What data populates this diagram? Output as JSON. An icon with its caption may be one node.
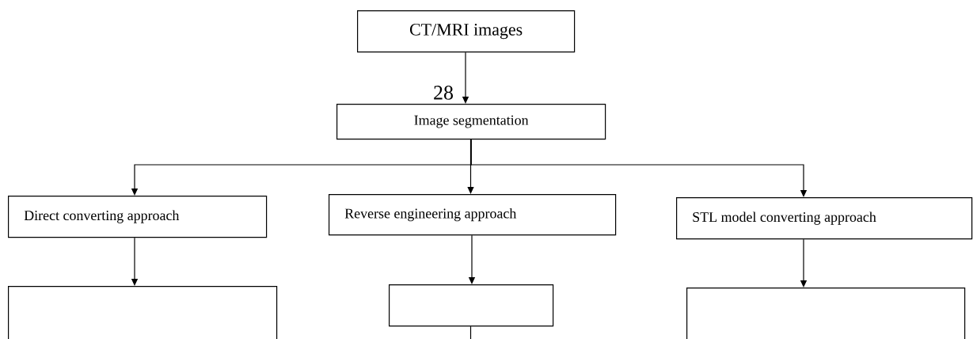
{
  "diagram": {
    "nodes": [
      {
        "text": [
          "CT/MRI images"
        ]
      },
      {
        "text": [
          "Image segmentation"
        ]
      },
      {
        "text": [
          "Direct converting approach"
        ]
      },
      {
        "text": [
          "Reverse engineering approach"
        ]
      },
      {
        "text": [
          "STL model converting approach"
        ]
      },
      {
        "text": [],
        "shape": "box"
      },
      {
        "text": [],
        "shape": "box"
      },
      {
        "text": [],
        "shape": "box"
      }
    ],
    "edges": [
      {
        "from": 0,
        "to": 1,
        "arrow": "to"
      },
      {
        "from": 1,
        "to": 2,
        "arrow": "to"
      },
      {
        "from": 1,
        "to": 3,
        "arrow": "to"
      },
      {
        "from": 1,
        "to": 4,
        "arrow": "to"
      },
      {
        "from": 2,
        "to": 5,
        "arrow": "to"
      },
      {
        "from": 3,
        "to": 6,
        "arrow": "to"
      },
      {
        "from": 4,
        "to": 7,
        "arrow": "to"
      },
      {
        "from": 6,
        "to": null,
        "arrow": "none"
      }
    ],
    "labels": [
      "28"
    ]
  }
}
